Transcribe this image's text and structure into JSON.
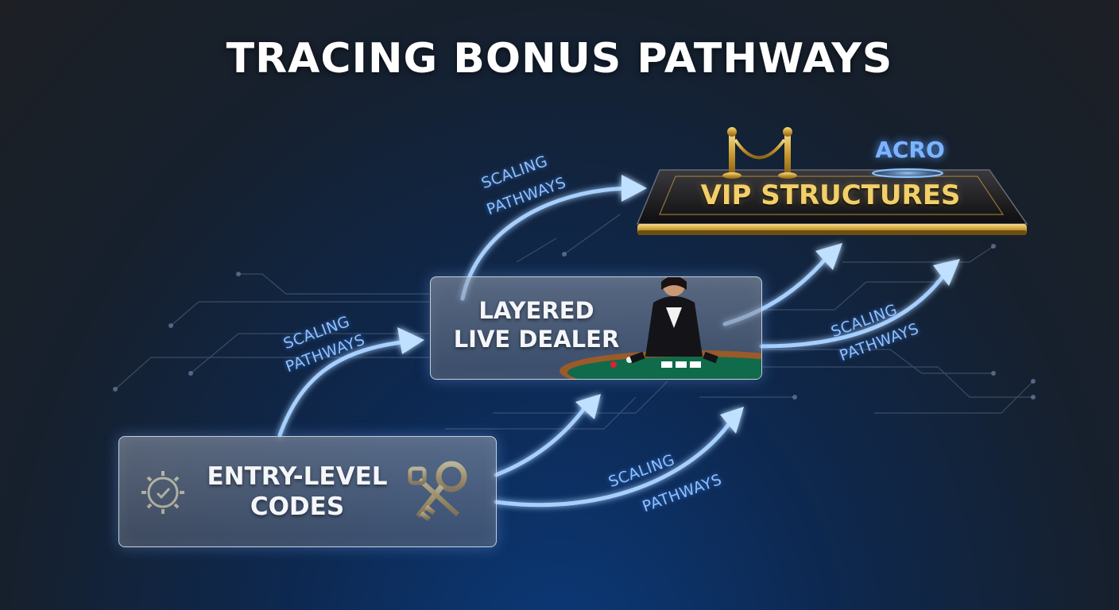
{
  "title": "TRACING BONUS PATHWAYS",
  "nodes": {
    "entry": {
      "line1": "ENTRY-LEVEL",
      "line2": "CODES",
      "icon": "gear-icon",
      "icon2": "keys-icon"
    },
    "live": {
      "line1": "LAYERED",
      "line2": "LIVE DEALER",
      "icon": "dealer-icon"
    },
    "vip": {
      "label": "VIP STRUCTURES",
      "badge": "ACRO",
      "icon": "velvet-rope-icon"
    }
  },
  "pathways": {
    "p1": {
      "line1": "SCALING",
      "line2": "PATHWAYS"
    },
    "p2": {
      "line1": "SCALING",
      "line2": "PATHWAYS"
    },
    "p3": {
      "line1": "SCALING",
      "line2": "PATHWAYS"
    },
    "p4": {
      "line1": "SCALING",
      "line2": "PATHWAYS"
    }
  },
  "colors": {
    "accent_blue": "#7db4ff",
    "gold": "#f2cf6a",
    "background_top": "#1d1f24",
    "background_bottom": "#0c3a7a"
  }
}
